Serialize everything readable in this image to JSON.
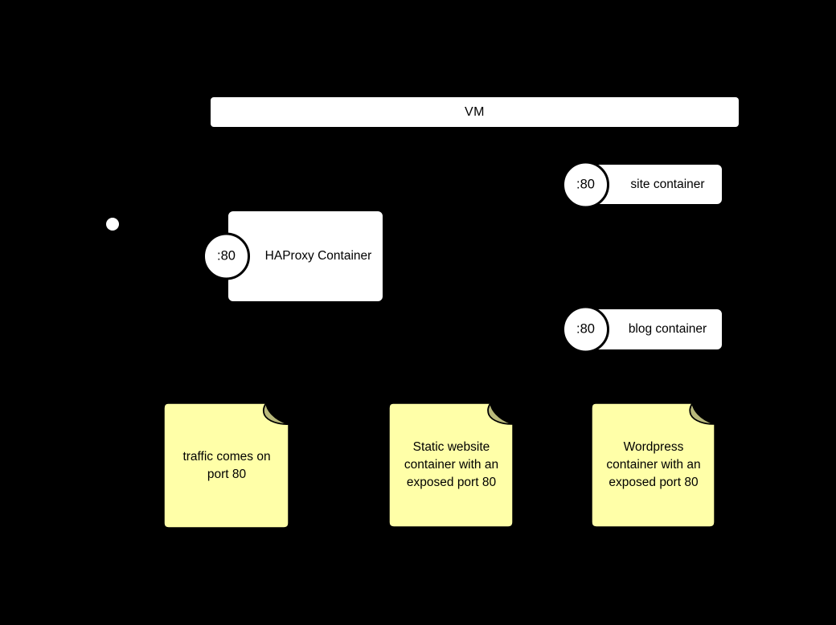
{
  "vm": {
    "label": "VM"
  },
  "containers": [
    {
      "port": ":80",
      "label": "HAProxy Container"
    },
    {
      "port": ":80",
      "label": "site container"
    },
    {
      "port": ":80",
      "label": "blog container"
    }
  ],
  "notes": [
    {
      "text": "traffic comes on port 80"
    },
    {
      "text": "Static website container with an exposed port 80"
    },
    {
      "text": "Wordpress container with an exposed port 80"
    }
  ],
  "icons": {
    "endpoint_dot": "filled-circle-icon",
    "port": "lollipop-interface-circle",
    "note_fold": "folded-corner"
  },
  "colors": {
    "background": "#000000",
    "shape_fill": "#ffffff",
    "stroke": "#000000",
    "text": "#000000",
    "note_fill": "#ffffa8",
    "note_fold": "#b9b97b"
  }
}
